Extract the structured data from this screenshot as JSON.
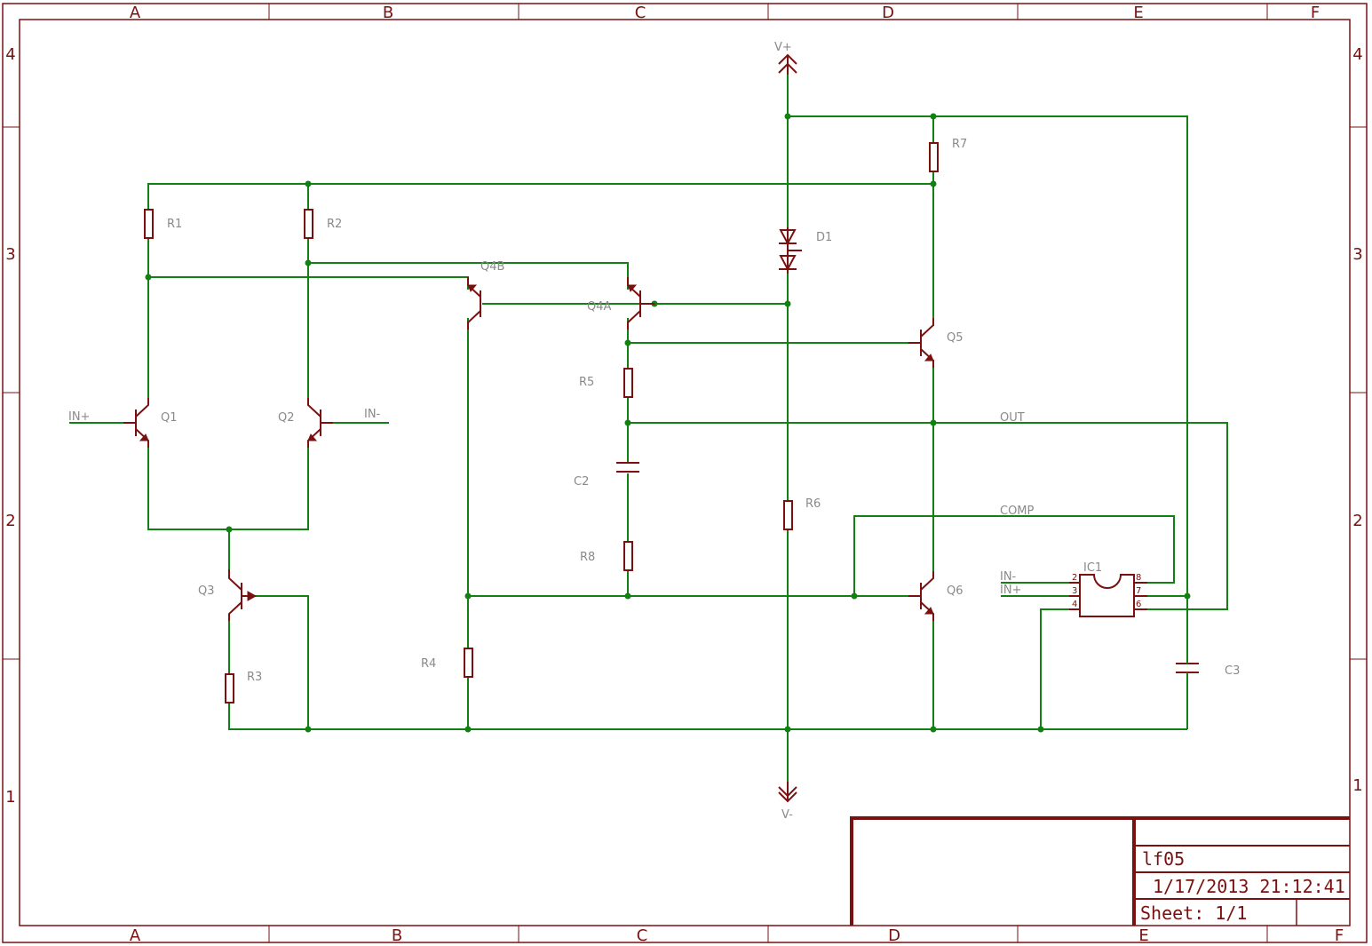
{
  "frame": {
    "columns": [
      "A",
      "B",
      "C",
      "D",
      "E",
      "F"
    ],
    "rows": [
      "4",
      "3",
      "2",
      "1"
    ]
  },
  "parts": {
    "r1": "R1",
    "r2": "R2",
    "r3": "R3",
    "r4": "R4",
    "r5": "R5",
    "r6": "R6",
    "r7": "R7",
    "r8": "R8",
    "c2": "C2",
    "c3": "C3",
    "d1": "D1",
    "q1": "Q1",
    "q2": "Q2",
    "q3": "Q3",
    "q4a": "Q4A",
    "q4b": "Q4B",
    "q5": "Q5",
    "q6": "Q6",
    "ic1": "IC1"
  },
  "nets": {
    "vplus": "V+",
    "vminus": "V-",
    "in_plus": "IN+",
    "in_minus": "IN-",
    "out": "OUT",
    "comp": "COMP"
  },
  "ic1_pins": {
    "p2": "2",
    "p3": "3",
    "p4": "4",
    "p8": "8",
    "p7": "7",
    "p6": "6",
    "in_minus": "IN-",
    "in_plus": "IN+"
  },
  "title_block": {
    "name": "lf05",
    "date": "1/17/2013 21:12:41",
    "sheet": "Sheet: 1/1"
  },
  "colors": {
    "frame": "#7a1010",
    "wire": "#128012",
    "label": "#8a8a8a"
  }
}
